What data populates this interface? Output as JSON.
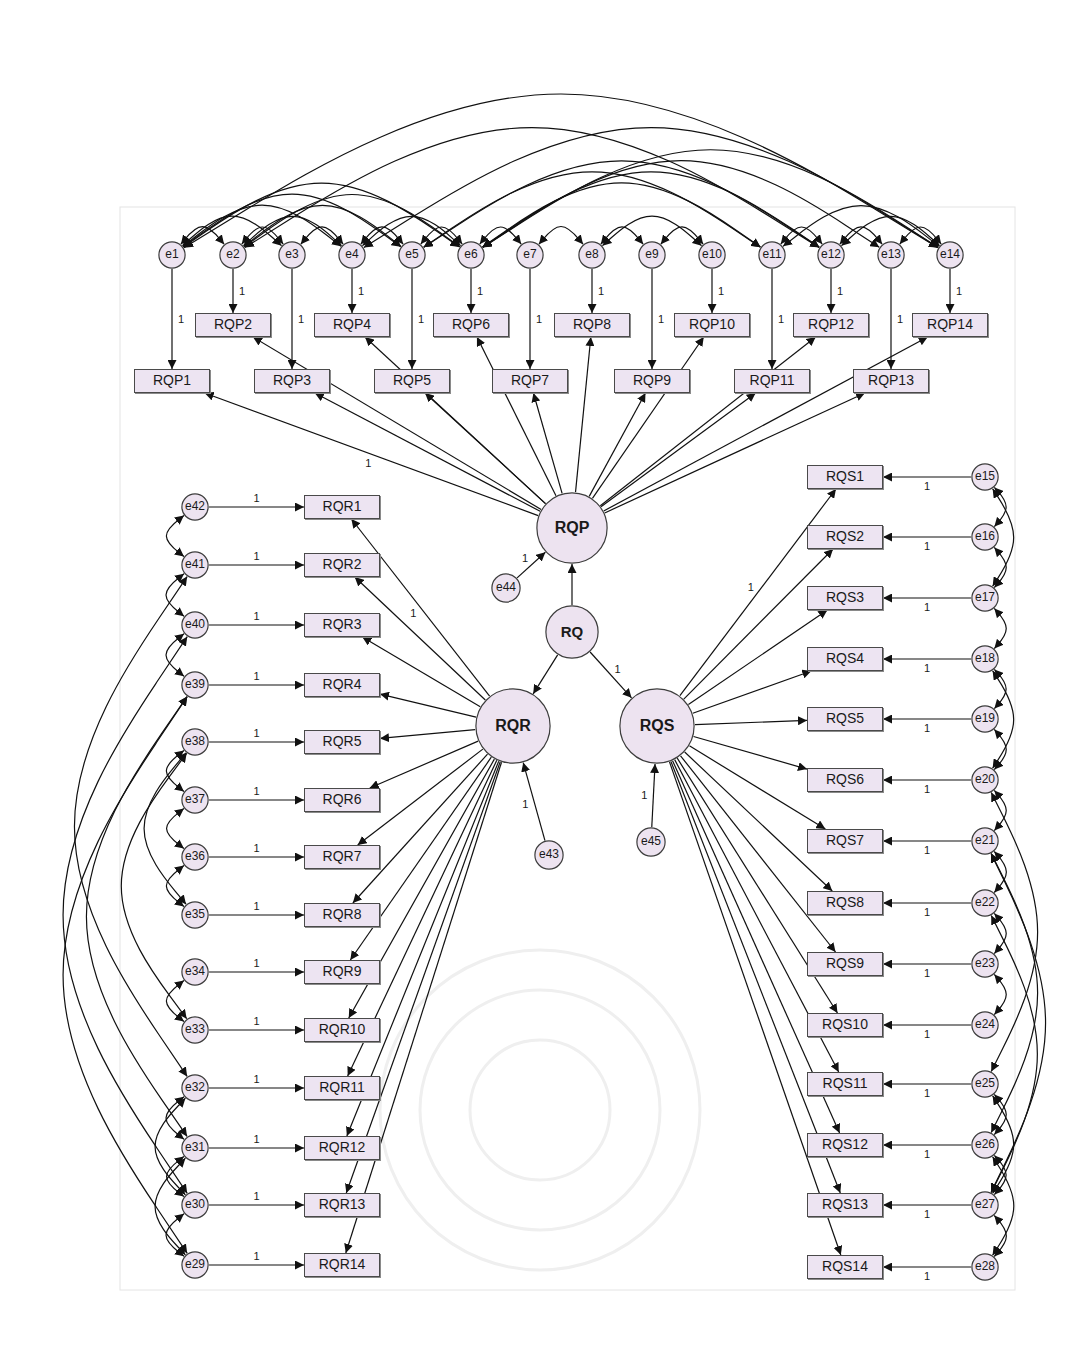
{
  "diagram": {
    "nodes": [
      {
        "text": [
          "e1"
        ]
      },
      {
        "text": [
          "e2"
        ]
      },
      {
        "text": [
          "e3"
        ]
      },
      {
        "text": [
          "e4"
        ]
      },
      {
        "text": [
          "e5"
        ]
      },
      {
        "text": [
          "e6"
        ]
      },
      {
        "text": [
          "e7"
        ]
      },
      {
        "text": [
          "e8"
        ]
      },
      {
        "text": [
          "e9"
        ]
      },
      {
        "text": [
          "e10"
        ]
      },
      {
        "text": [
          "e11"
        ]
      },
      {
        "text": [
          "e12"
        ]
      },
      {
        "text": [
          "e13"
        ]
      },
      {
        "text": [
          "e14"
        ]
      },
      {
        "text": [
          "RQP1"
        ]
      },
      {
        "text": [
          "RQP2"
        ]
      },
      {
        "text": [
          "RQP3"
        ]
      },
      {
        "text": [
          "RQP4"
        ]
      },
      {
        "text": [
          "RQP5"
        ]
      },
      {
        "text": [
          "RQP6"
        ]
      },
      {
        "text": [
          "RQP7"
        ]
      },
      {
        "text": [
          "RQP8"
        ]
      },
      {
        "text": [
          "RQP9"
        ]
      },
      {
        "text": [
          "RQP10"
        ]
      },
      {
        "text": [
          "RQP11"
        ]
      },
      {
        "text": [
          "RQP12"
        ]
      },
      {
        "text": [
          "RQP13"
        ]
      },
      {
        "text": [
          "RQP14"
        ]
      },
      {
        "text": [
          "RQP"
        ]
      },
      {
        "text": [
          "e44"
        ]
      },
      {
        "text": [
          "RQ"
        ]
      },
      {
        "text": [
          "RQR"
        ]
      },
      {
        "text": [
          "RQS"
        ]
      },
      {
        "text": [
          "e43"
        ]
      },
      {
        "text": [
          "e45"
        ]
      },
      {
        "text": [
          "e42"
        ]
      },
      {
        "text": [
          "e41"
        ]
      },
      {
        "text": [
          "e40"
        ]
      },
      {
        "text": [
          "e39"
        ]
      },
      {
        "text": [
          "e38"
        ]
      },
      {
        "text": [
          "e37"
        ]
      },
      {
        "text": [
          "e36"
        ]
      },
      {
        "text": [
          "e35"
        ]
      },
      {
        "text": [
          "e34"
        ]
      },
      {
        "text": [
          "e33"
        ]
      },
      {
        "text": [
          "e32"
        ]
      },
      {
        "text": [
          "e31"
        ]
      },
      {
        "text": [
          "e30"
        ]
      },
      {
        "text": [
          "e29"
        ]
      },
      {
        "text": [
          "RQR1"
        ]
      },
      {
        "text": [
          "RQR2"
        ]
      },
      {
        "text": [
          "RQR3"
        ]
      },
      {
        "text": [
          "RQR4"
        ]
      },
      {
        "text": [
          "RQR5"
        ]
      },
      {
        "text": [
          "RQR6"
        ]
      },
      {
        "text": [
          "RQR7"
        ]
      },
      {
        "text": [
          "RQR8"
        ]
      },
      {
        "text": [
          "RQR9"
        ]
      },
      {
        "text": [
          "RQR10"
        ]
      },
      {
        "text": [
          "RQR11"
        ]
      },
      {
        "text": [
          "RQR12"
        ]
      },
      {
        "text": [
          "RQR13"
        ]
      },
      {
        "text": [
          "RQR14"
        ]
      },
      {
        "text": [
          "RQS1"
        ]
      },
      {
        "text": [
          "RQS2"
        ]
      },
      {
        "text": [
          "RQS3"
        ]
      },
      {
        "text": [
          "RQS4"
        ]
      },
      {
        "text": [
          "RQS5"
        ]
      },
      {
        "text": [
          "RQS6"
        ]
      },
      {
        "text": [
          "RQS7"
        ]
      },
      {
        "text": [
          "RQS8"
        ]
      },
      {
        "text": [
          "RQS9"
        ]
      },
      {
        "text": [
          "RQS10"
        ]
      },
      {
        "text": [
          "RQS11"
        ]
      },
      {
        "text": [
          "RQS12"
        ]
      },
      {
        "text": [
          "RQS13"
        ]
      },
      {
        "text": [
          "RQS14"
        ]
      },
      {
        "text": [
          "e15"
        ]
      },
      {
        "text": [
          "e16"
        ]
      },
      {
        "text": [
          "e17"
        ]
      },
      {
        "text": [
          "e18"
        ]
      },
      {
        "text": [
          "e19"
        ]
      },
      {
        "text": [
          "e20"
        ]
      },
      {
        "text": [
          "e21"
        ]
      },
      {
        "text": [
          "e22"
        ]
      },
      {
        "text": [
          "e23"
        ]
      },
      {
        "text": [
          "e24"
        ]
      },
      {
        "text": [
          "e25"
        ]
      },
      {
        "text": [
          "e26"
        ]
      },
      {
        "text": [
          "e27"
        ]
      },
      {
        "text": [
          "e28"
        ]
      }
    ],
    "edges": [
      {
        "from": 0,
        "to": 14,
        "arrow": "to",
        "label": "1"
      },
      {
        "from": 1,
        "to": 15,
        "arrow": "to",
        "label": "1"
      },
      {
        "from": 2,
        "to": 16,
        "arrow": "to",
        "label": "1"
      },
      {
        "from": 3,
        "to": 17,
        "arrow": "to",
        "label": "1"
      },
      {
        "from": 4,
        "to": 18,
        "arrow": "to",
        "label": "1"
      },
      {
        "from": 5,
        "to": 19,
        "arrow": "to",
        "label": "1"
      },
      {
        "from": 6,
        "to": 20,
        "arrow": "to",
        "label": "1"
      },
      {
        "from": 7,
        "to": 21,
        "arrow": "to",
        "label": "1"
      },
      {
        "from": 8,
        "to": 22,
        "arrow": "to",
        "label": "1"
      },
      {
        "from": 9,
        "to": 23,
        "arrow": "to",
        "label": "1"
      },
      {
        "from": 10,
        "to": 24,
        "arrow": "to",
        "label": "1"
      },
      {
        "from": 11,
        "to": 25,
        "arrow": "to",
        "label": "1"
      },
      {
        "from": 12,
        "to": 26,
        "arrow": "to",
        "label": "1"
      },
      {
        "from": 13,
        "to": 27,
        "arrow": "to",
        "label": "1"
      },
      {
        "from": 28,
        "to": 14,
        "arrow": "to",
        "label": "1"
      },
      {
        "from": 28,
        "to": 15,
        "arrow": "to"
      },
      {
        "from": 28,
        "to": 16,
        "arrow": "to"
      },
      {
        "from": 28,
        "to": 17,
        "arrow": "to"
      },
      {
        "from": 28,
        "to": 18,
        "arrow": "to"
      },
      {
        "from": 28,
        "to": 19,
        "arrow": "to"
      },
      {
        "from": 28,
        "to": 20,
        "arrow": "to"
      },
      {
        "from": 28,
        "to": 21,
        "arrow": "to"
      },
      {
        "from": 28,
        "to": 22,
        "arrow": "to"
      },
      {
        "from": 28,
        "to": 23,
        "arrow": "to"
      },
      {
        "from": 28,
        "to": 24,
        "arrow": "to"
      },
      {
        "from": 28,
        "to": 25,
        "arrow": "to"
      },
      {
        "from": 28,
        "to": 26,
        "arrow": "to"
      },
      {
        "from": 28,
        "to": 27,
        "arrow": "to"
      },
      {
        "from": 30,
        "to": 28,
        "arrow": "to"
      },
      {
        "from": 30,
        "to": 31,
        "arrow": "to"
      },
      {
        "from": 30,
        "to": 32,
        "arrow": "to",
        "label": "1"
      },
      {
        "from": 29,
        "to": 28,
        "arrow": "to",
        "label": "1"
      },
      {
        "from": 33,
        "to": 31,
        "arrow": "to",
        "label": "1"
      },
      {
        "from": 34,
        "to": 32,
        "arrow": "to",
        "label": "1"
      },
      {
        "from": 31,
        "to": 49,
        "arrow": "to",
        "label": "1"
      },
      {
        "from": 31,
        "to": 50,
        "arrow": "to"
      },
      {
        "from": 31,
        "to": 51,
        "arrow": "to"
      },
      {
        "from": 31,
        "to": 52,
        "arrow": "to"
      },
      {
        "from": 31,
        "to": 53,
        "arrow": "to"
      },
      {
        "from": 31,
        "to": 54,
        "arrow": "to"
      },
      {
        "from": 31,
        "to": 55,
        "arrow": "to"
      },
      {
        "from": 31,
        "to": 56,
        "arrow": "to"
      },
      {
        "from": 31,
        "to": 57,
        "arrow": "to"
      },
      {
        "from": 31,
        "to": 58,
        "arrow": "to"
      },
      {
        "from": 31,
        "to": 59,
        "arrow": "to"
      },
      {
        "from": 31,
        "to": 60,
        "arrow": "to"
      },
      {
        "from": 31,
        "to": 61,
        "arrow": "to"
      },
      {
        "from": 31,
        "to": 62,
        "arrow": "to"
      },
      {
        "from": 35,
        "to": 49,
        "arrow": "to",
        "label": "1"
      },
      {
        "from": 36,
        "to": 50,
        "arrow": "to",
        "label": "1"
      },
      {
        "from": 37,
        "to": 51,
        "arrow": "to",
        "label": "1"
      },
      {
        "from": 38,
        "to": 52,
        "arrow": "to",
        "label": "1"
      },
      {
        "from": 39,
        "to": 53,
        "arrow": "to",
        "label": "1"
      },
      {
        "from": 40,
        "to": 54,
        "arrow": "to",
        "label": "1"
      },
      {
        "from": 41,
        "to": 55,
        "arrow": "to",
        "label": "1"
      },
      {
        "from": 42,
        "to": 56,
        "arrow": "to",
        "label": "1"
      },
      {
        "from": 43,
        "to": 57,
        "arrow": "to",
        "label": "1"
      },
      {
        "from": 44,
        "to": 58,
        "arrow": "to",
        "label": "1"
      },
      {
        "from": 45,
        "to": 59,
        "arrow": "to",
        "label": "1"
      },
      {
        "from": 46,
        "to": 60,
        "arrow": "to",
        "label": "1"
      },
      {
        "from": 47,
        "to": 61,
        "arrow": "to",
        "label": "1"
      },
      {
        "from": 48,
        "to": 62,
        "arrow": "to",
        "label": "1"
      },
      {
        "from": 32,
        "to": 63,
        "arrow": "to",
        "label": "1"
      },
      {
        "from": 32,
        "to": 64,
        "arrow": "to"
      },
      {
        "from": 32,
        "to": 65,
        "arrow": "to"
      },
      {
        "from": 32,
        "to": 66,
        "arrow": "to"
      },
      {
        "from": 32,
        "to": 67,
        "arrow": "to"
      },
      {
        "from": 32,
        "to": 68,
        "arrow": "to"
      },
      {
        "from": 32,
        "to": 69,
        "arrow": "to"
      },
      {
        "from": 32,
        "to": 70,
        "arrow": "to"
      },
      {
        "from": 32,
        "to": 71,
        "arrow": "to"
      },
      {
        "from": 32,
        "to": 72,
        "arrow": "to"
      },
      {
        "from": 32,
        "to": 73,
        "arrow": "to"
      },
      {
        "from": 32,
        "to": 74,
        "arrow": "to"
      },
      {
        "from": 32,
        "to": 75,
        "arrow": "to"
      },
      {
        "from": 32,
        "to": 76,
        "arrow": "to"
      },
      {
        "from": 77,
        "to": 63,
        "arrow": "to",
        "label": "1"
      },
      {
        "from": 78,
        "to": 64,
        "arrow": "to",
        "label": "1"
      },
      {
        "from": 79,
        "to": 65,
        "arrow": "to",
        "label": "1"
      },
      {
        "from": 80,
        "to": 66,
        "arrow": "to",
        "label": "1"
      },
      {
        "from": 81,
        "to": 67,
        "arrow": "to",
        "label": "1"
      },
      {
        "from": 82,
        "to": 68,
        "arrow": "to",
        "label": "1"
      },
      {
        "from": 83,
        "to": 69,
        "arrow": "to",
        "label": "1"
      },
      {
        "from": 84,
        "to": 70,
        "arrow": "to",
        "label": "1"
      },
      {
        "from": 85,
        "to": 71,
        "arrow": "to",
        "label": "1"
      },
      {
        "from": 86,
        "to": 72,
        "arrow": "to",
        "label": "1"
      },
      {
        "from": 87,
        "to": 73,
        "arrow": "to",
        "label": "1"
      },
      {
        "from": 88,
        "to": 74,
        "arrow": "to",
        "label": "1"
      },
      {
        "from": 89,
        "to": 75,
        "arrow": "to",
        "label": "1"
      },
      {
        "from": 90,
        "to": 76,
        "arrow": "to",
        "label": "1"
      },
      {
        "from": 0,
        "to": 1,
        "arrow": "both"
      },
      {
        "from": 0,
        "to": 2,
        "arrow": "both"
      },
      {
        "from": 0,
        "to": 3,
        "arrow": "both"
      },
      {
        "from": 0,
        "to": 4,
        "arrow": "both"
      },
      {
        "from": 0,
        "to": 5,
        "arrow": "both"
      },
      {
        "from": 1,
        "to": 2,
        "arrow": "both"
      },
      {
        "from": 1,
        "to": 3,
        "arrow": "both"
      },
      {
        "from": 1,
        "to": 4,
        "arrow": "both"
      },
      {
        "from": 1,
        "to": 5,
        "arrow": "both"
      },
      {
        "from": 2,
        "to": 3,
        "arrow": "both"
      },
      {
        "from": 3,
        "to": 4,
        "arrow": "both"
      },
      {
        "from": 3,
        "to": 5,
        "arrow": "both"
      },
      {
        "from": 4,
        "to": 5,
        "arrow": "both"
      },
      {
        "from": 5,
        "to": 6,
        "arrow": "both"
      },
      {
        "from": 6,
        "to": 7,
        "arrow": "both"
      },
      {
        "from": 7,
        "to": 8,
        "arrow": "both"
      },
      {
        "from": 7,
        "to": 9,
        "arrow": "both"
      },
      {
        "from": 8,
        "to": 9,
        "arrow": "both"
      },
      {
        "from": 0,
        "to": 13,
        "arrow": "both"
      },
      {
        "from": 1,
        "to": 11,
        "arrow": "both"
      },
      {
        "from": 3,
        "to": 13,
        "arrow": "both"
      },
      {
        "from": 4,
        "to": 10,
        "arrow": "both"
      },
      {
        "from": 4,
        "to": 11,
        "arrow": "both"
      },
      {
        "from": 5,
        "to": 10,
        "arrow": "both"
      },
      {
        "from": 5,
        "to": 11,
        "arrow": "both"
      },
      {
        "from": 5,
        "to": 12,
        "arrow": "both"
      },
      {
        "from": 5,
        "to": 13,
        "arrow": "both"
      },
      {
        "from": 10,
        "to": 11,
        "arrow": "both"
      },
      {
        "from": 10,
        "to": 13,
        "arrow": "both"
      },
      {
        "from": 11,
        "to": 12,
        "arrow": "both"
      },
      {
        "from": 11,
        "to": 13,
        "arrow": "both"
      },
      {
        "from": 12,
        "to": 13,
        "arrow": "both"
      },
      {
        "from": 35,
        "to": 36,
        "arrow": "both"
      },
      {
        "from": 36,
        "to": 37,
        "arrow": "both"
      },
      {
        "from": 37,
        "to": 38,
        "arrow": "both"
      },
      {
        "from": 39,
        "to": 40,
        "arrow": "both"
      },
      {
        "from": 40,
        "to": 41,
        "arrow": "both"
      },
      {
        "from": 41,
        "to": 42,
        "arrow": "both"
      },
      {
        "from": 43,
        "to": 44,
        "arrow": "both"
      },
      {
        "from": 45,
        "to": 46,
        "arrow": "both"
      },
      {
        "from": 46,
        "to": 47,
        "arrow": "both"
      },
      {
        "from": 47,
        "to": 48,
        "arrow": "both"
      },
      {
        "from": 36,
        "to": 45,
        "arrow": "both"
      },
      {
        "from": 37,
        "to": 47,
        "arrow": "both"
      },
      {
        "from": 38,
        "to": 46,
        "arrow": "both"
      },
      {
        "from": 39,
        "to": 44,
        "arrow": "both"
      },
      {
        "from": 38,
        "to": 48,
        "arrow": "both"
      },
      {
        "from": 45,
        "to": 47,
        "arrow": "both"
      },
      {
        "from": 46,
        "to": 48,
        "arrow": "both"
      },
      {
        "from": 39,
        "to": 42,
        "arrow": "both"
      },
      {
        "from": 77,
        "to": 78,
        "arrow": "both"
      },
      {
        "from": 78,
        "to": 79,
        "arrow": "both"
      },
      {
        "from": 79,
        "to": 80,
        "arrow": "both"
      },
      {
        "from": 80,
        "to": 81,
        "arrow": "both"
      },
      {
        "from": 81,
        "to": 82,
        "arrow": "both"
      },
      {
        "from": 82,
        "to": 83,
        "arrow": "both"
      },
      {
        "from": 83,
        "to": 84,
        "arrow": "both"
      },
      {
        "from": 84,
        "to": 85,
        "arrow": "both"
      },
      {
        "from": 85,
        "to": 86,
        "arrow": "both"
      },
      {
        "from": 87,
        "to": 88,
        "arrow": "both"
      },
      {
        "from": 88,
        "to": 89,
        "arrow": "both"
      },
      {
        "from": 89,
        "to": 90,
        "arrow": "both"
      },
      {
        "from": 82,
        "to": 87,
        "arrow": "both"
      },
      {
        "from": 83,
        "to": 88,
        "arrow": "both"
      },
      {
        "from": 84,
        "to": 89,
        "arrow": "both"
      },
      {
        "from": 77,
        "to": 79,
        "arrow": "both"
      },
      {
        "from": 80,
        "to": 82,
        "arrow": "both"
      },
      {
        "from": 87,
        "to": 89,
        "arrow": "both"
      },
      {
        "from": 88,
        "to": 90,
        "arrow": "both"
      },
      {
        "from": 83,
        "to": 89,
        "arrow": "both"
      }
    ]
  }
}
